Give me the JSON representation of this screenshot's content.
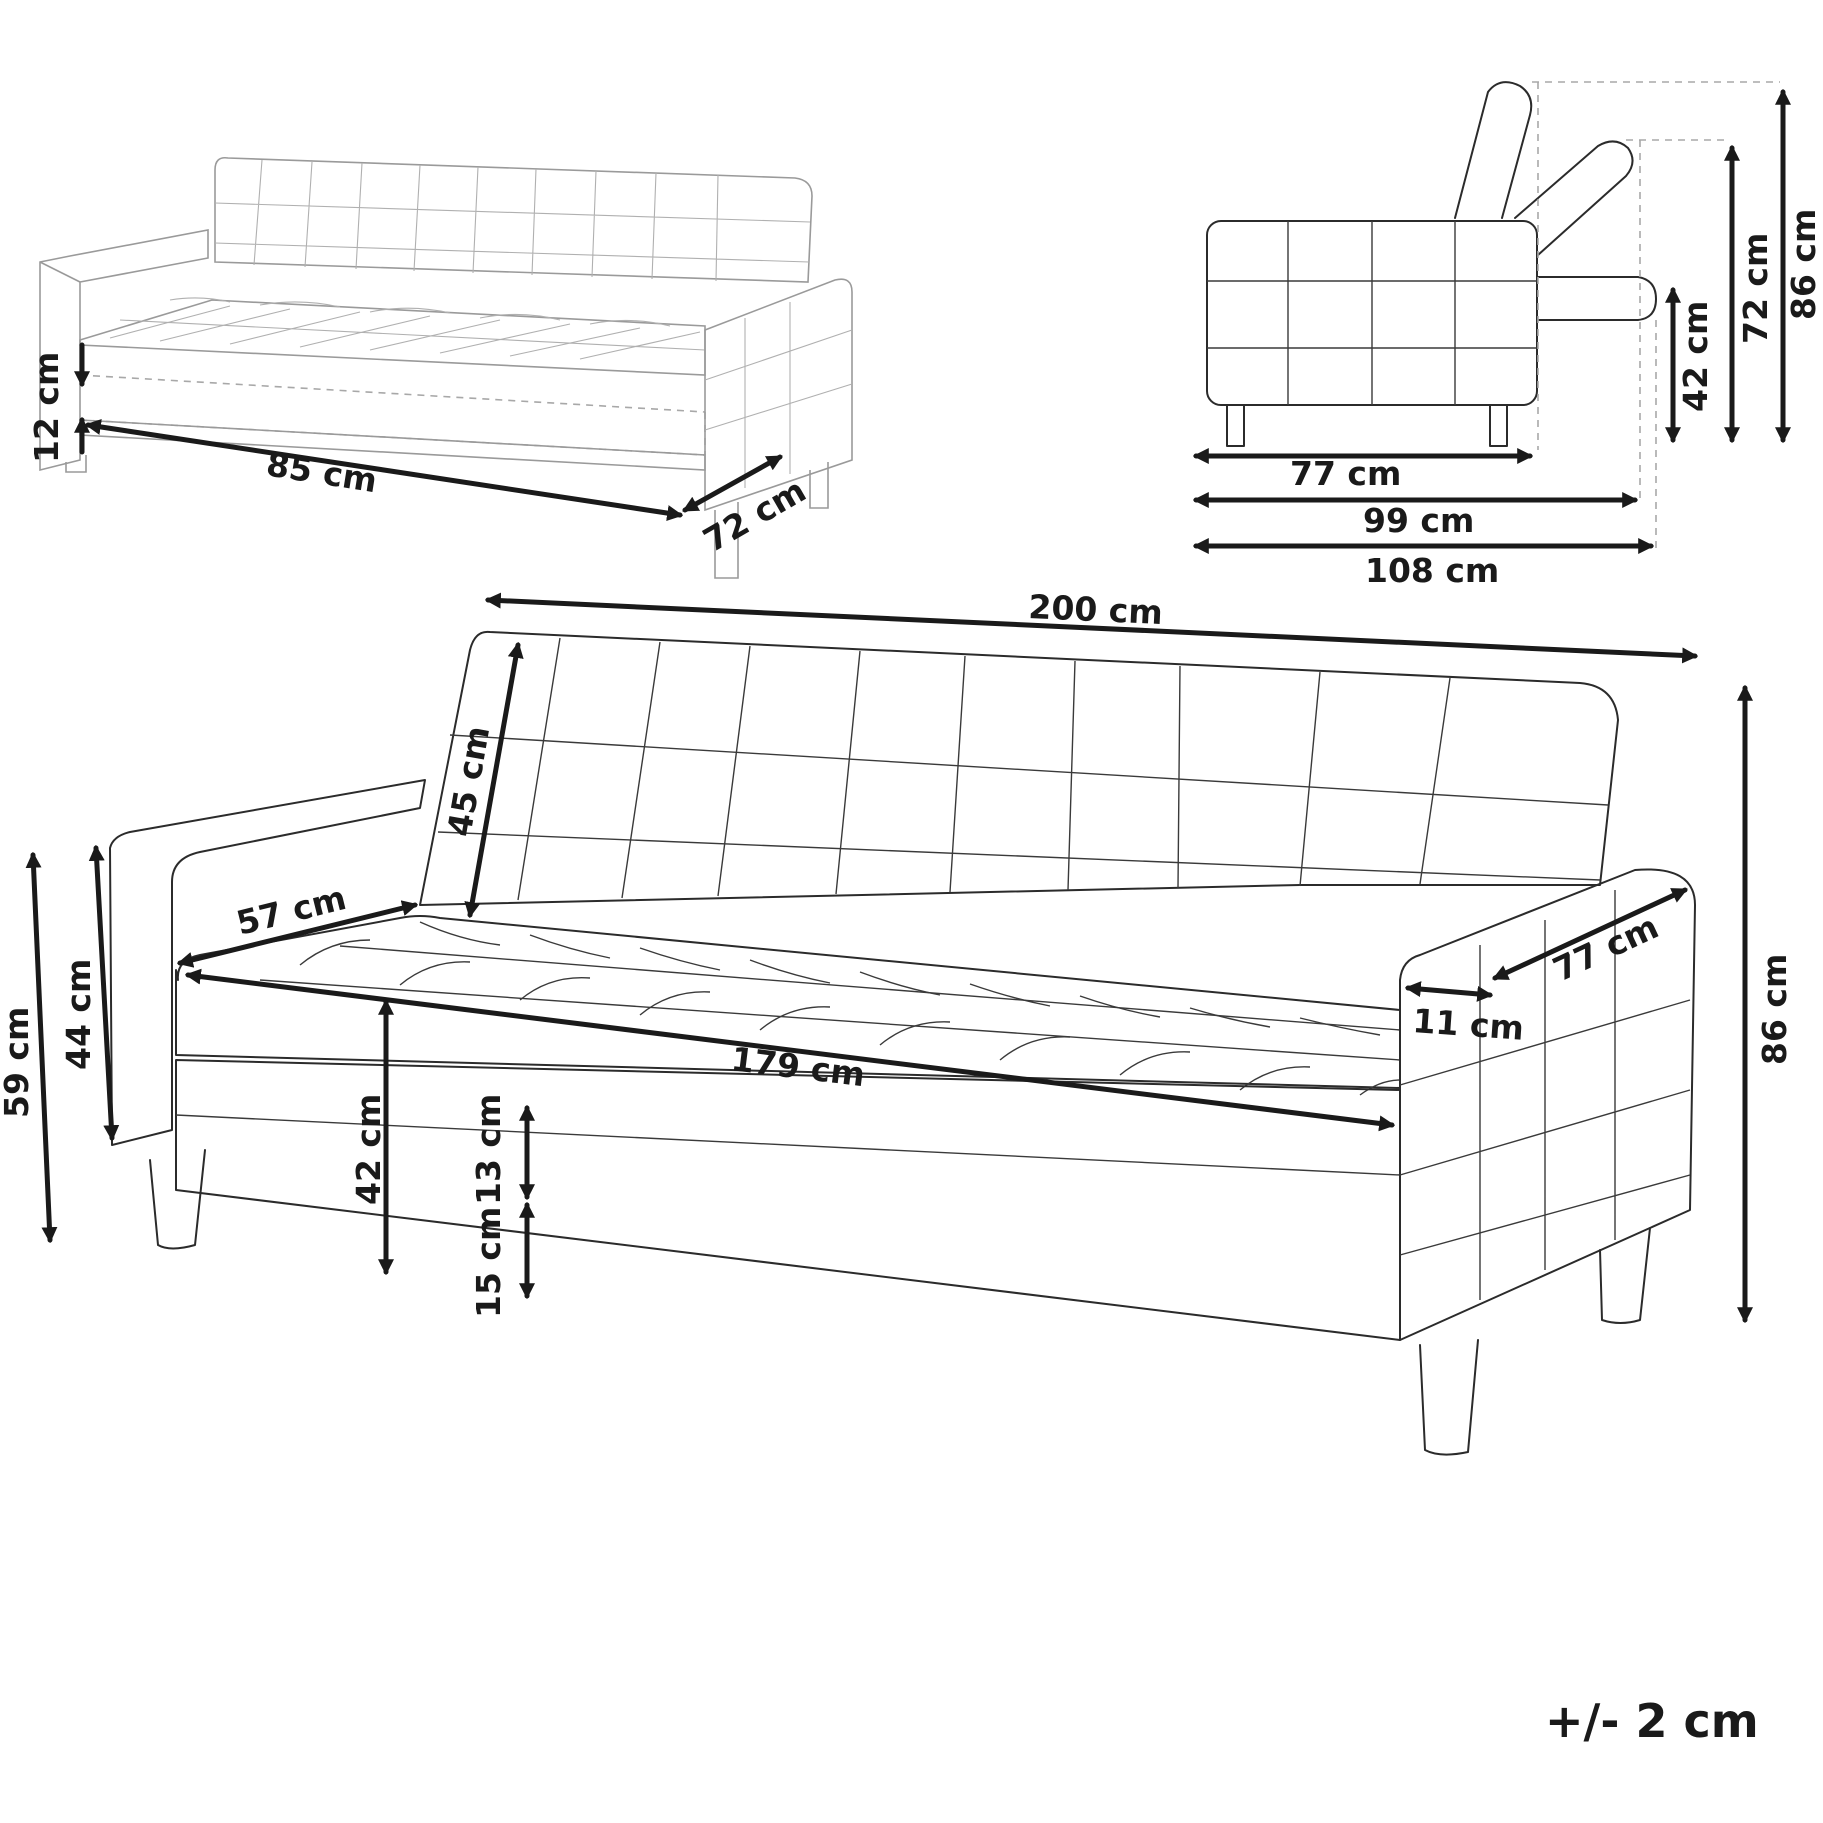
{
  "tolerance": "+/- 2 cm",
  "views": {
    "bed_mode": {
      "dimensions": {
        "depth_drop": "12 cm",
        "length": "85 cm",
        "width": "72 cm"
      }
    },
    "side_profile": {
      "dimensions": {
        "depth": "77 cm",
        "depth_reclined": "99 cm",
        "depth_flat": "108 cm",
        "height_flat": "42 cm",
        "height_reclined": "72 cm",
        "height_upright": "86 cm"
      }
    },
    "main_front": {
      "dimensions": {
        "total_width": "200 cm",
        "backrest_height": "45 cm",
        "seat_depth": "57 cm",
        "seat_width": "179 cm",
        "armrest_depth": "77 cm",
        "armrest_width": "11 cm",
        "total_height": "86 cm",
        "armrest_height": "59 cm",
        "armrest_inner_height": "44 cm",
        "seat_height": "42 cm",
        "base_height": "13 cm",
        "leg_height": "15 cm"
      }
    }
  }
}
